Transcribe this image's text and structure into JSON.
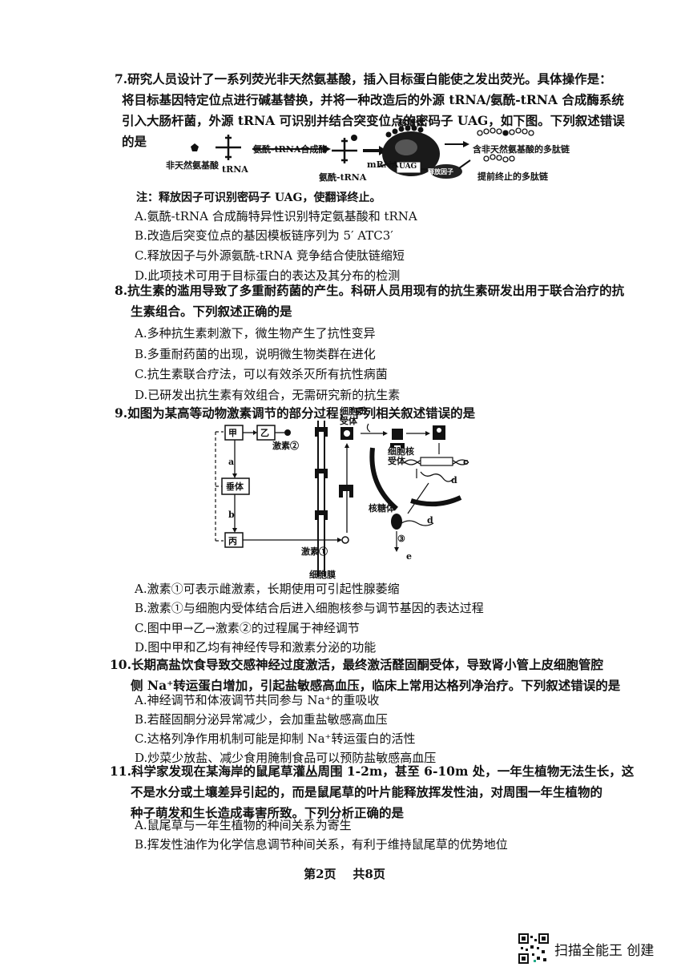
{
  "q7": {
    "lines": [
      "7.研究人员设计了一系列荧光非天然氨基酸，插入目标蛋白能使之发出荧光。具体操作是：",
      "将目标基因特定位点进行碱基替换，并将一种改造后的外源 tRNA/氨酰-tRNA 合成酶系统",
      "引入大肠杆菌，外源 tRNA 可识别并结合突变位点的密码子 UAG，如下图。下列叙述错误",
      "的是"
    ],
    "figure": {
      "amino_acid": "非天然氨基酸",
      "trna": "tRNA",
      "enzyme": "氨酰-tRNA合成酶",
      "aminoacyl_trna": "氨酰-tRNA",
      "ribosome": "核糖体",
      "mrna": "mRNA",
      "codon": "UAG",
      "release_factor": "释放因子",
      "product1": "含非天然氨基酸的多肽链",
      "product2": "提前终止的多肽链"
    },
    "note": "注：释放因子可识别密码子 UAG，使翻译终止。",
    "options": [
      "A.氨酰-tRNA 合成酶特异性识别特定氨基酸和 tRNA",
      "B.改造后突变位点的基因模板链序列为 5′ ATC3′",
      "C.释放因子与外源氨酰-tRNA 竞争结合使肽链缩短",
      "D.此项技术可用于目标蛋白的表达及其分布的检测"
    ]
  },
  "q8": {
    "lines": [
      "8.抗生素的滥用导致了多重耐药菌的产生。科研人员用现有的抗生素研发出用于联合治疗的抗",
      "生素组合。下列叙述正确的是"
    ],
    "options": [
      "A.多种抗生素刺激下，微生物产生了抗性变异",
      "B.多重耐药菌的出现，说明微生物类群在进化",
      "C.抗生素联合疗法，可以有效杀灭所有抗性病菌",
      "D.已研发出抗生素有效组合，无需研究新的抗生素"
    ]
  },
  "q9": {
    "lines": [
      "9.如图为某高等动物激素调节的部分过程，下列相关叙述错误的是"
    ],
    "figure": {
      "jia": "甲",
      "yi": "乙",
      "chuiti": "垂体",
      "bing": "丙",
      "a": "a",
      "b": "b",
      "c": "c",
      "d1": "d",
      "d2": "d",
      "e": "e",
      "h2": "激素②",
      "h1": "激素①",
      "membrane_receptor": "细胞质\n受体",
      "nuclear_receptor": "细胞核\n受体",
      "ribosome": "核糖体",
      "membrane": "细胞膜",
      "step3": "③"
    },
    "options": [
      "A.激素①可表示雌激素，长期使用可引起性腺萎缩",
      "B.激素①与细胞内受体结合后进入细胞核参与调节基因的表达过程",
      "C.图中甲→乙→激素②的过程属于神经调节",
      "D.图中甲和乙均有神经传导和激素分泌的功能"
    ]
  },
  "q10": {
    "lines": [
      "10.长期高盐饮食导致交感神经过度激活，最终激活醛固酮受体，导致肾小管上皮细胞管腔",
      "侧 Na⁺转运蛋白增加，引起盐敏感高血压，临床上常用达格列净治疗。下列叙述错误的是"
    ],
    "options": [
      "A.神经调节和体液调节共同参与 Na⁺的重吸收",
      "B.若醛固酮分泌异常减少，会加重盐敏感高血压",
      "C.达格列净作用机制可能是抑制 Na⁺转运蛋白的活性",
      "D.炒菜少放盐、减少食用腌制食品可以预防盐敏感高血压"
    ]
  },
  "q11": {
    "lines": [
      "11.科学家发现在某海岸的鼠尾草灌丛周围 1-2m，甚至 6-10m 处，一年生植物无法生长，这",
      "不是水分或土壤差异引起的，而是鼠尾草的叶片能释放挥发性油，对周围一年生植物的",
      "种子萌发和生长造成毒害所致。下列分析正确的是"
    ],
    "options": [
      "A.鼠尾草与一年生植物的种间关系为寄生",
      "B.挥发性油作为化学信息调节种间关系，有利于维持鼠尾草的优势地位"
    ]
  },
  "footer": "第2页    共8页",
  "watermark": "扫描全能王 创建"
}
